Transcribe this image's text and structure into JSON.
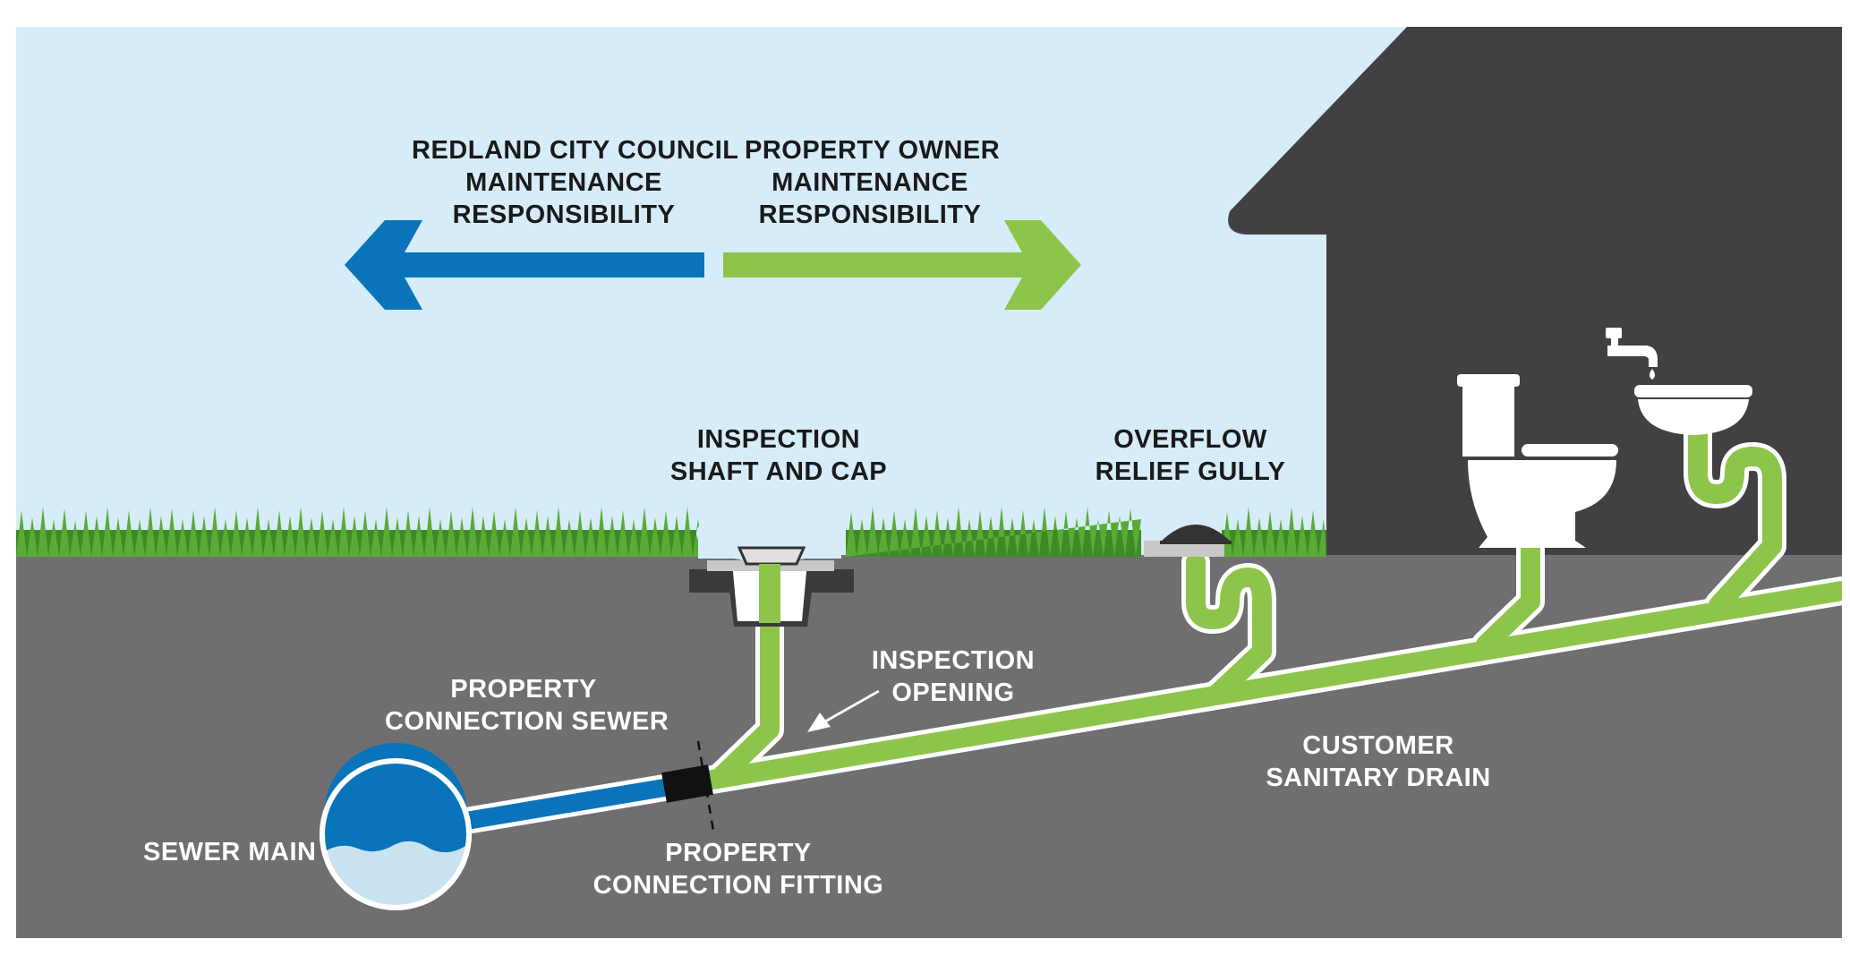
{
  "labels": {
    "council": [
      "REDLAND CITY COUNCIL",
      "MAINTENANCE",
      "RESPONSIBILITY"
    ],
    "owner": [
      "PROPERTY OWNER",
      "MAINTENANCE",
      "RESPONSIBILITY"
    ],
    "inspection_shaft": [
      "INSPECTION",
      "SHAFT AND CAP"
    ],
    "overflow_gully": [
      "OVERFLOW",
      "RELIEF GULLY"
    ],
    "inspection_opening": [
      "INSPECTION",
      "OPENING"
    ],
    "connection_sewer": [
      "PROPERTY",
      "CONNECTION SEWER"
    ],
    "sewer_main": "SEWER MAIN",
    "connection_fitting": [
      "PROPERTY",
      "CONNECTION FITTING"
    ],
    "sanitary_drain": [
      "CUSTOMER",
      "SANITARY DRAIN"
    ]
  },
  "colors": {
    "sky": "#d6ecf8",
    "ground": "#6f6f71",
    "house": "#414143",
    "grass": "#4a9a2c",
    "council_blue": "#0a74bb",
    "owner_green": "#8dc54b",
    "fixture_white": "#ffffff"
  },
  "icons": [
    "left-arrow-icon",
    "right-arrow-icon",
    "toilet-icon",
    "basin-icon",
    "tap-icon",
    "gully-grate-icon",
    "shaft-cap-icon"
  ]
}
